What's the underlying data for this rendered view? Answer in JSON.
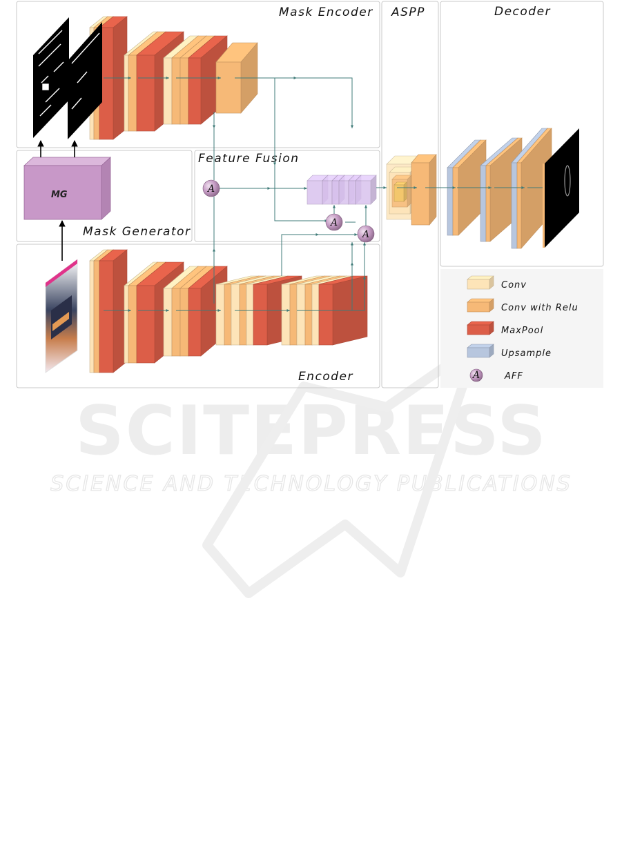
{
  "panels": {
    "mask_encoder": "Mask Encoder",
    "aspp": "ASPP",
    "decoder": "Decoder",
    "feature_fusion": "Feature Fusion",
    "mask_generator": "Mask Generator",
    "encoder": "Encoder"
  },
  "blocks": {
    "mg_label": "MG",
    "aff_letter": "A"
  },
  "legend": [
    {
      "label": "Conv",
      "color": "#fde4b8"
    },
    {
      "label": "Conv with Relu",
      "color": "#f6b977"
    },
    {
      "label": "MaxPool",
      "color": "#dc5e48"
    },
    {
      "label": "Upsample",
      "color": "#b7c6de"
    },
    {
      "label": "AFF",
      "color": "#c9a0c8",
      "icon": "aff-circle-icon"
    }
  ],
  "watermark": {
    "title": "SCITEPRESS",
    "subtitle": "SCIENCE AND TECHNOLOGY PUBLICATIONS"
  },
  "colors": {
    "conv": "#fde4b8",
    "conv_relu": "#f6b977",
    "maxpool": "#dc5e48",
    "upsample": "#b7c6de",
    "fusion": "#d9c2ee",
    "mg": "#c898c8",
    "arrow": "#3f7b78"
  }
}
